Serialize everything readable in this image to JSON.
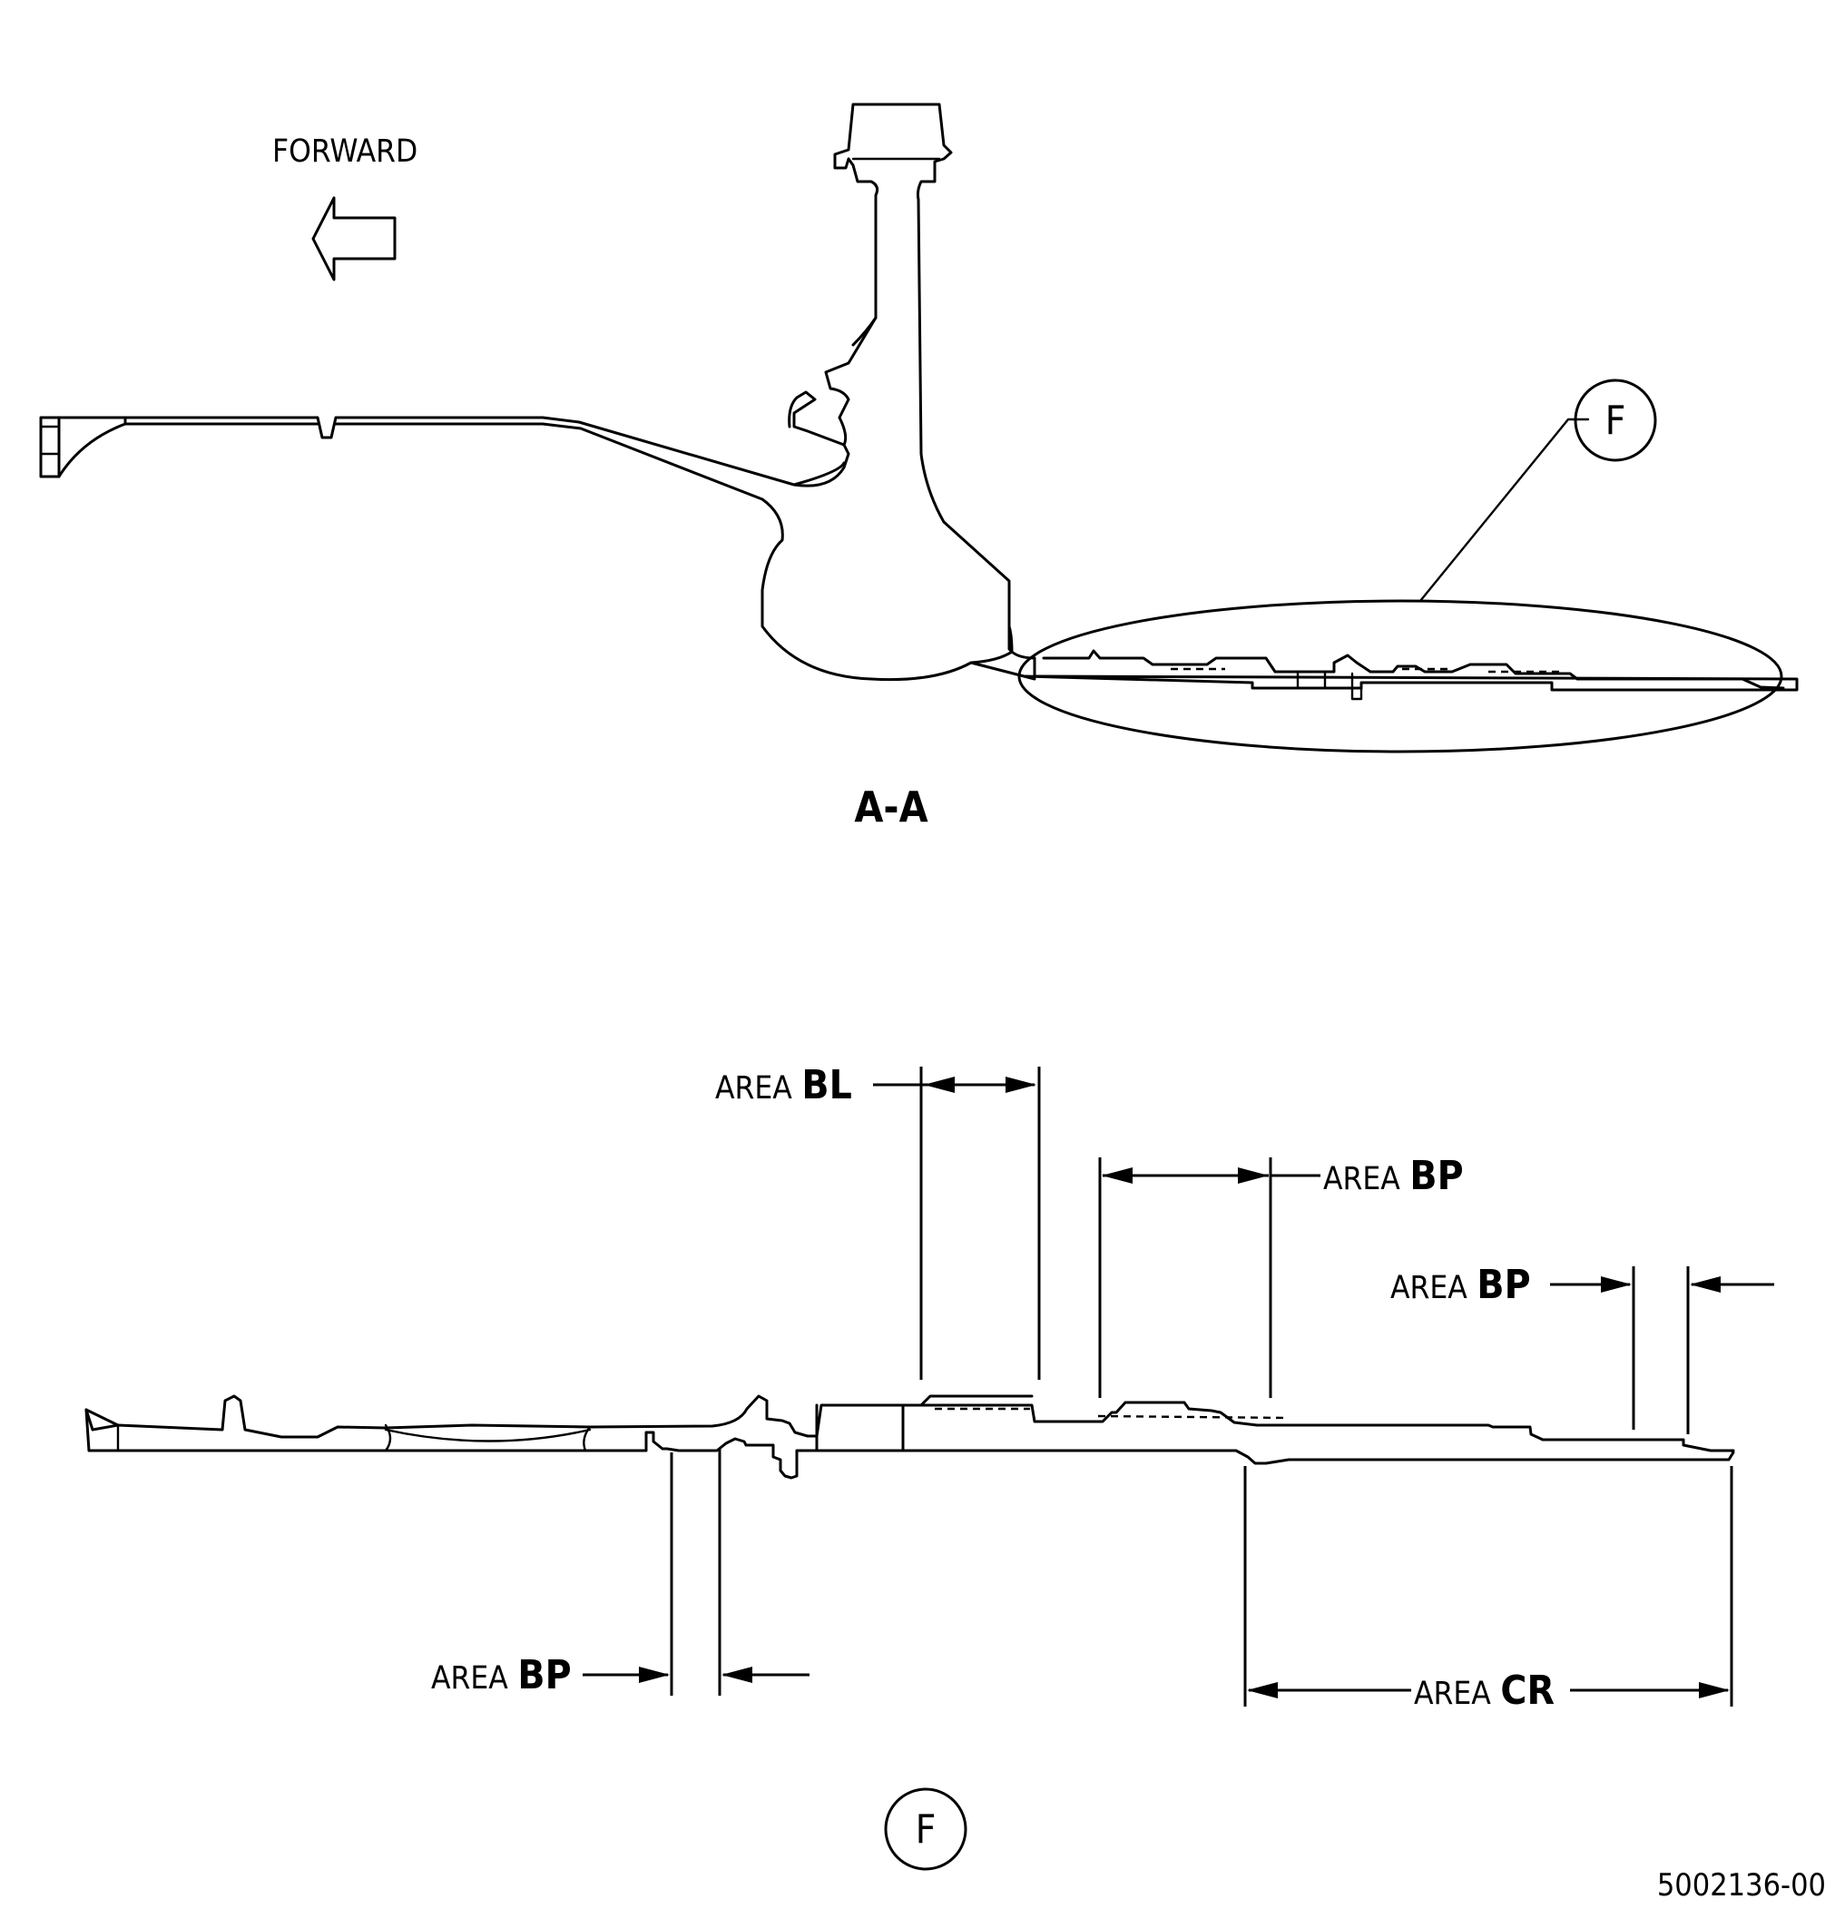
{
  "direction_label": "FORWARD",
  "section_label": "A-A",
  "callout_letter": "F",
  "detail_label": "F",
  "areas": {
    "bl_prefix": "AREA",
    "bl_code": "BL",
    "bp_top_prefix": "AREA",
    "bp_top_code": "BP",
    "bp_right_prefix": "AREA",
    "bp_right_code": "BP",
    "bp_bottom_prefix": "AREA",
    "bp_bottom_code": "BP",
    "cr_prefix": "AREA",
    "cr_code": "CR"
  },
  "figure_id": "5002136-00"
}
